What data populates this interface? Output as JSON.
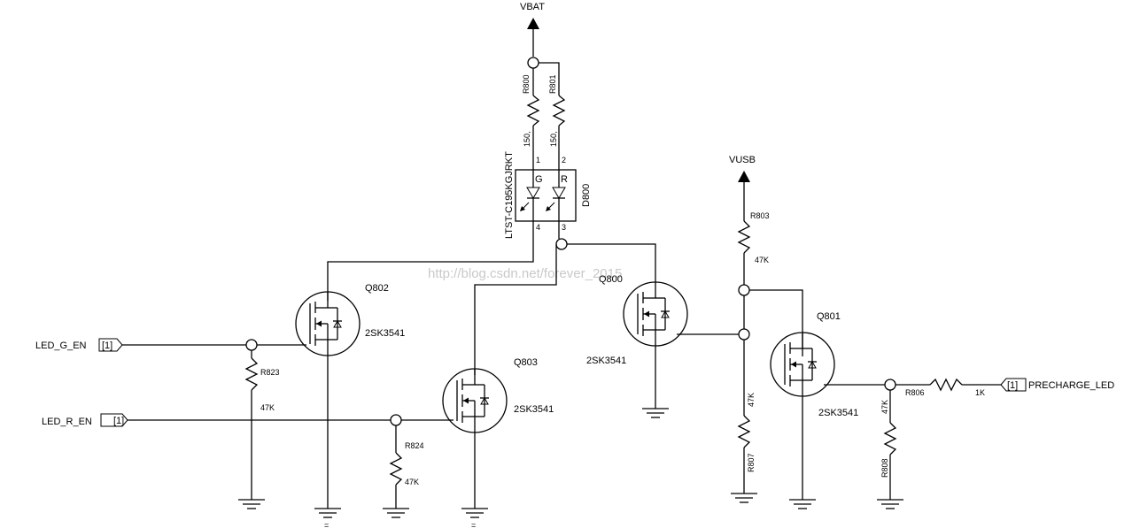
{
  "power": {
    "vbat": "VBAT",
    "vusb": "VUSB"
  },
  "ports": {
    "led_g_en": {
      "name": "LED_G_EN",
      "tag": "[1]"
    },
    "led_r_en": {
      "name": "LED_R_EN",
      "tag": "[1]"
    },
    "precharge_led": {
      "name": "PRECHARGE_LED",
      "tag": "[1]"
    }
  },
  "resistors": {
    "r800": {
      "ref": "R800",
      "value": "150,"
    },
    "r801": {
      "ref": "R801",
      "value": "150,"
    },
    "r803": {
      "ref": "R803",
      "value": "47K"
    },
    "r806": {
      "ref": "R806",
      "value": "1K"
    },
    "r807": {
      "ref": "R807",
      "value": "47K"
    },
    "r808": {
      "ref": "R808",
      "value": "47K"
    },
    "r823": {
      "ref": "R823",
      "value": "47K"
    },
    "r824": {
      "ref": "R824",
      "value": "47K"
    }
  },
  "led": {
    "ref": "D800",
    "part": "LTST-C195KGJRKT",
    "colors": [
      "G",
      "R"
    ],
    "pins": [
      "1",
      "2",
      "3",
      "4"
    ]
  },
  "transistors": {
    "q800": {
      "ref": "Q800",
      "part": "2SK3541"
    },
    "q801": {
      "ref": "Q801",
      "part": "2SK3541"
    },
    "q802": {
      "ref": "Q802",
      "part": "2SK3541"
    },
    "q803": {
      "ref": "Q803",
      "part": "2SK3541"
    }
  },
  "watermark": "http://blog.csdn.net/forever_2015"
}
